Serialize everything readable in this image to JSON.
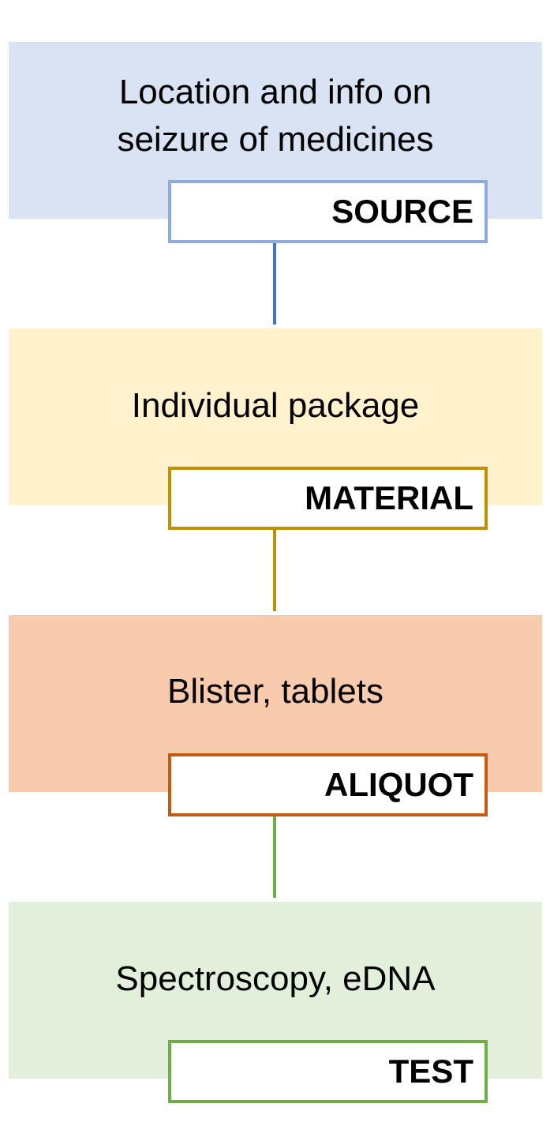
{
  "stages": [
    {
      "text": "Location and info on\nseizure of medicines",
      "tag": "SOURCE",
      "fill_color": "#dae3f3",
      "accent_color": "#8faadc",
      "connector_color": "#4472c4"
    },
    {
      "text": "Individual package",
      "tag": "MATERIAL",
      "fill_color": "#fff2cc",
      "accent_color": "#bf9000",
      "connector_color": "#bf9000"
    },
    {
      "text": "Blister, tablets",
      "tag": "ALIQUOT",
      "fill_color": "#f8cbad",
      "accent_color": "#c55a11",
      "connector_color": "#70ad47"
    },
    {
      "text": "Spectroscopy, eDNA",
      "tag": "TEST",
      "fill_color": "#e2efda",
      "accent_color": "#70ad47"
    }
  ]
}
